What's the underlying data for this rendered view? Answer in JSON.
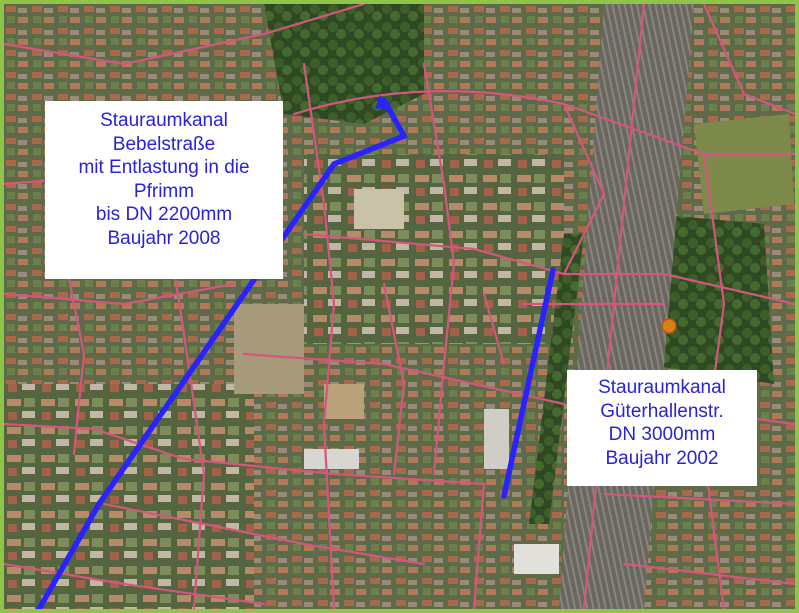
{
  "colors": {
    "frame": "#8fc34a",
    "channel_line": "#2a22ff",
    "street_network": "#d4567d",
    "label_text": "#2a22d8",
    "label_background": "#ffffff"
  },
  "labels": {
    "bebelstrasse": {
      "lines": [
        "Stauraumkanal",
        "Bebelstraße",
        "mit Entlastung in die",
        "Pfrimm",
        "bis DN 2200mm",
        "Baujahr 2008"
      ]
    },
    "gueterhallenstrasse": {
      "lines": [
        "Stauraumkanal",
        "Güterhallenstr.",
        "DN 3000mm",
        "Baujahr 2002"
      ]
    }
  },
  "map_features": {
    "base_layer": "aerial-photo",
    "overlay": "street-network",
    "channels": [
      "bebelstrasse-channel",
      "gueterhallenstrasse-channel"
    ],
    "marker": "orange-dot"
  }
}
